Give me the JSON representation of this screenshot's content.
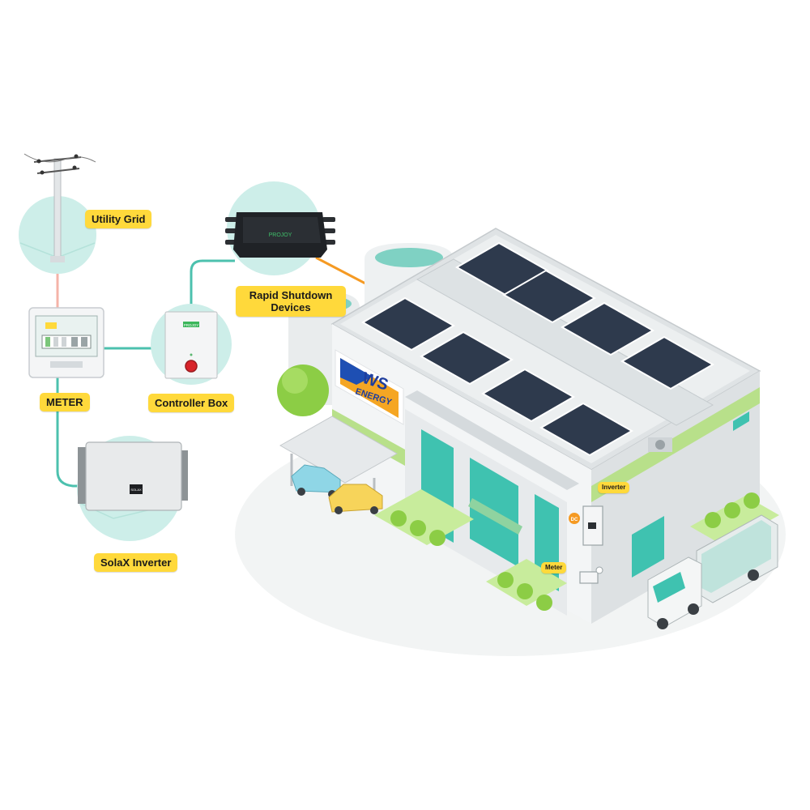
{
  "labels": {
    "utility_grid": "Utility Grid",
    "meter": "METER",
    "controller_box": "Controller Box",
    "rapid_shutdown_line1": "Rapid Shutdown",
    "rapid_shutdown_line2": "Devices",
    "solax_inverter": "SolaX Inverter",
    "building_inverter": "Inverter",
    "building_meter": "Meter",
    "dc_tag": "DC"
  },
  "device_text": {
    "rsd_brand": "PROJOY",
    "controller_brand": "PROJOY",
    "inverter_brand": "SOLAX",
    "building_sign_line1": "WS",
    "building_sign_line2": "ENERGY"
  },
  "colors": {
    "label_bg": "#ffd93b",
    "circle_bg": "#cdeee9",
    "teal_line": "#4cc1ae",
    "orange_line": "#f59a23",
    "pink_line": "#f5b3a8",
    "solar_panel": "#2e3a4d",
    "building_green": "#b8e08a"
  }
}
